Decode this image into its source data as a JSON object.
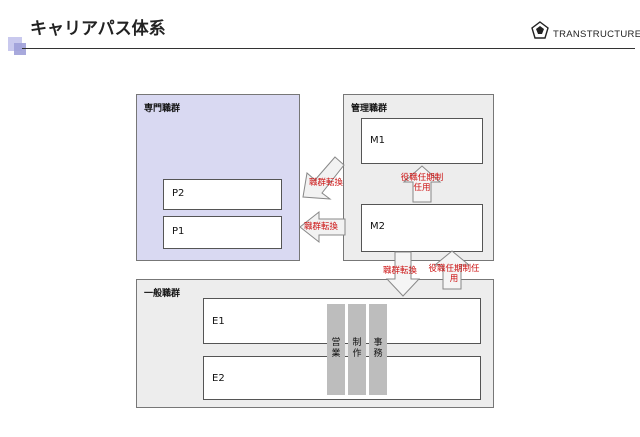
{
  "header": {
    "title": "キャリアパス体系",
    "logo_text": "TRANSTRUCTURE"
  },
  "groups": {
    "specialist": {
      "label": "専門職群",
      "boxes": [
        "P2",
        "P1"
      ]
    },
    "management": {
      "label": "管理職群",
      "boxes": [
        "M1",
        "M2"
      ]
    },
    "general": {
      "label": "一般職群",
      "boxes": [
        "E1",
        "E2"
      ]
    }
  },
  "arrows": {
    "transfer_label": "職群転換",
    "term_appointment_label": "役職任期制任用"
  },
  "functions": [
    "営業",
    "制作",
    "事務"
  ],
  "colors": {
    "specialist_fill": "#d9d9f2",
    "group_fill": "#ededed",
    "accent_red": "#cc1111",
    "bar_gray": "#bdbdbd"
  }
}
